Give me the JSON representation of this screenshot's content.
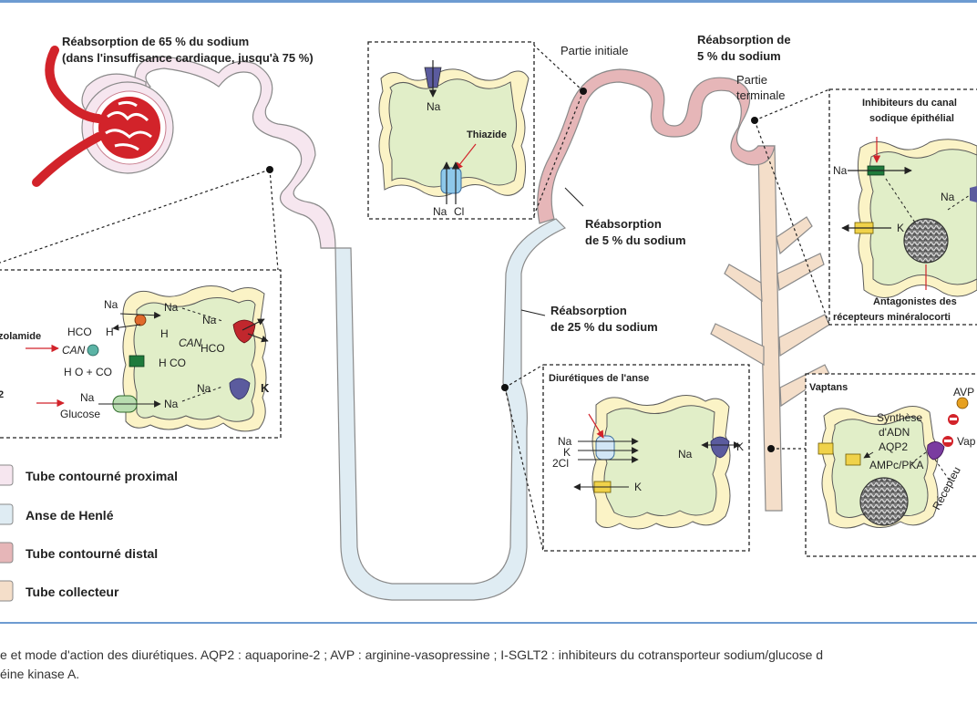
{
  "labels": {
    "pct_proximal_1": "Réabsorption de 65 % du sodium",
    "pct_proximal_2": "(dans l'insuffisance cardiaque, jusqu'à 75 %)",
    "partie_initiale": "Partie initiale",
    "pct_distal_top_1": "Réabsorption de",
    "pct_distal_top_2": "5 % du sodium",
    "partie_terminale_1": "Partie",
    "partie_terminale_2": "terminale",
    "pct_distal_mid_1": "Réabsorption",
    "pct_distal_mid_2": "de 5 % du sodium",
    "pct_henle_1": "Réabsorption",
    "pct_henle_2": "de 25 % du sodium"
  },
  "thiazide_box": {
    "na_top": "Na",
    "thiazide": "Thiazide",
    "na_bottom": "Na",
    "cl_bottom": "Cl"
  },
  "enac_box": {
    "title_1": "Inhibiteurs du canal",
    "title_2": "sodique épithélial",
    "na_left": "Na",
    "na_right": "Na",
    "k_label": "K",
    "antag_1": "Antagonistes des",
    "antag_2": "récepteurs minéralocorti"
  },
  "proximal_box": {
    "na1": "Na",
    "na2": "Na",
    "na3": "Na",
    "hco3_h": "HCO",
    "h": "H",
    "h2": "H",
    "can1": "CAN",
    "can2": "CAN",
    "hco3_2": "HCO",
    "h2o": "H O + CO",
    "h2co3": "H CO",
    "na4": "Na",
    "na5": "Na",
    "k": "K",
    "glucose": "Glucose",
    "na6": "Na",
    "left_label": "zolamide",
    "left_2": "2"
  },
  "loop_box": {
    "title": "Diurétiques de l'anse",
    "na": "Na",
    "k": "K",
    "cl": "2Cl",
    "na_r": "Na",
    "k_r": "K",
    "k_bottom": "K"
  },
  "vaptans_box": {
    "title": "Vaptans",
    "avp": "AVP",
    "vap": "Vap",
    "synth_1": "Synthèse",
    "synth_2": "d'ADN",
    "synth_3": "AQP2",
    "ampc": "AMPc/PKA",
    "recepteur": "Récepteu"
  },
  "legend": [
    {
      "label": "Tube contourné proximal",
      "color": "#f6e6ef"
    },
    {
      "label": "Anse de Henlé",
      "color": "#dfecf3"
    },
    {
      "label": "Tube contourné distal",
      "color": "#e6b6b8"
    },
    {
      "label": "Tube collecteur",
      "color": "#f4dec9"
    }
  ],
  "caption": {
    "line1": "e et mode d'action des diurétiques. AQP2 : aquaporine-2 ; AVP : arginine-vasopressine ; I-SGLT2 : inhibiteurs du cotransporteur sodium/glucose d",
    "line2": "éine kinase A."
  },
  "colors": {
    "proximal": "#f6e6ef",
    "henle": "#dfecf3",
    "distal": "#e6b6b8",
    "collector": "#f4dec9",
    "cell": "#e1eec8",
    "membrane": "#fbf3c6",
    "red": "#d2232a",
    "blue_line": "#6d9bd1"
  }
}
